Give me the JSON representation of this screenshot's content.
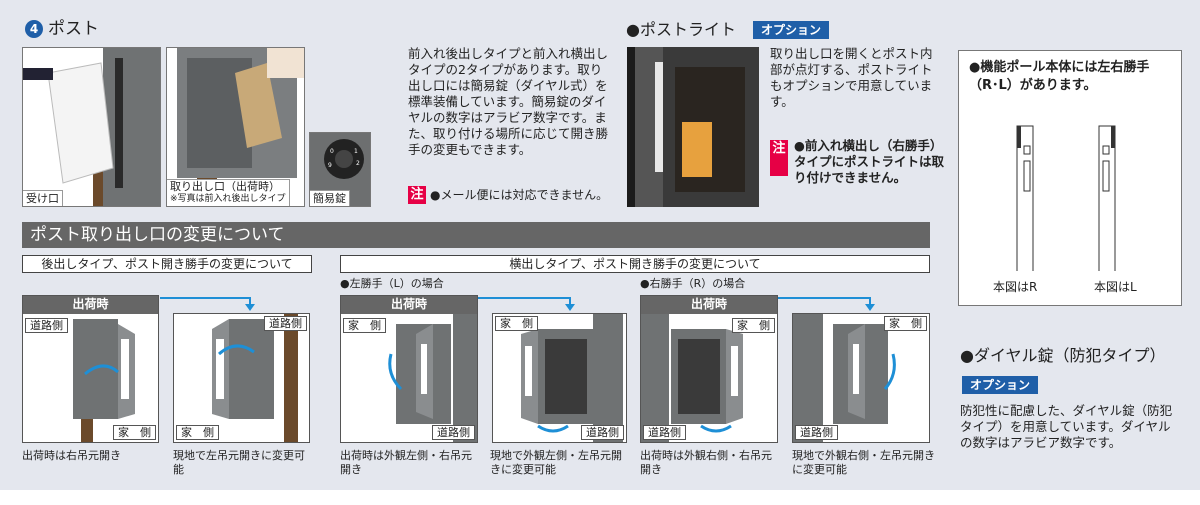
{
  "post": {
    "number": "4",
    "title": "ポスト",
    "photos": [
      {
        "caption": "受け口"
      },
      {
        "caption": "取り出し口（出荷時）",
        "subcaption": "※写真は前入れ後出しタイプ"
      },
      {
        "caption": "簡易錠"
      }
    ],
    "description": "前入れ後出しタイプと前入れ横出しタイプの2タイプがあります。取り出し口には簡易錠（ダイヤル式）を標準装備しています。簡易錠のダイヤルの数字はアラビア数字です。また、取り付ける場所に応じて開き勝手の変更もできます。",
    "note_label": "注",
    "note": "●メール便には対応できません。"
  },
  "post_light": {
    "title": "●ポストライト",
    "badge": "オプション",
    "description": "取り出し口を開くとポスト内部が点灯する、ポストライトもオプションで用意しています。",
    "note_label": "注",
    "note": "●前入れ横出し（右勝手）タイプにポストライトは取り付けできません。"
  },
  "pole": {
    "title": "●機能ポール本体には左右勝手（R･L）があります。",
    "label_r": "本図はR",
    "label_l": "本図はL"
  },
  "dial_lock": {
    "title": "●ダイヤル錠（防犯タイプ）",
    "badge": "オプション",
    "description": "防犯性に配慮した、ダイヤル錠（防犯タイプ）を用意しています。ダイヤルの数字はアラビア数字です。"
  },
  "change": {
    "section_title": "ポスト取り出し口の変更について",
    "rear_title": "後出しタイプ、ポスト開き勝手の変更について",
    "side_title": "横出しタイプ、ポスト開き勝手の変更について",
    "left_case": "●左勝手（L）の場合",
    "right_case": "●右勝手（R）の場合",
    "shipping": "出荷時",
    "road_side": "道路側",
    "house_side": "家　側",
    "captions": [
      "出荷時は右吊元開き",
      "現地で左吊元開きに変更可能",
      "出荷時は外観左側・右吊元開き",
      "現地で外観左側・左吊元開きに変更可能",
      "出荷時は外観右側・右吊元開き",
      "現地で外観右側・左吊元開きに変更可能"
    ]
  },
  "colors": {
    "accent_blue": "#1f5fa8",
    "note_red": "#e60045",
    "arrow_blue": "#1e8fd6",
    "bar_gray": "#666666"
  }
}
